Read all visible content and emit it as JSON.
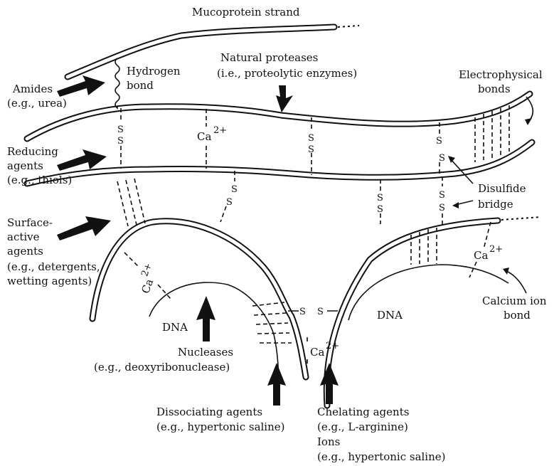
{
  "labels": {
    "mucoprotein": "Mucoprotein strand",
    "hydrogen": "Hydrogen",
    "bond": "bond",
    "natural_proteases": "Natural proteases",
    "proteolytic": "(i.e., proteolytic enzymes)",
    "electrophysical": "Electrophysical",
    "electro_bonds": "bonds",
    "amides": "Amides",
    "urea": "(e.g., urea)",
    "reducing": "Reducing",
    "agents": "agents",
    "thiols": "(e.g., thiols)",
    "surface": "Surface-",
    "active": "active",
    "agents2": "agents",
    "detergents": "(e.g., detergents,",
    "wetting": "wetting agents)",
    "disulfide": "Disulfide",
    "bridge": "bridge",
    "dna_left": "DNA",
    "dna_right": "DNA",
    "nucleases": "Nucleases",
    "deoxyribonuclease": "(e.g., deoxyribonuclease)",
    "calcium_ion": "Calcium ion",
    "calcium_bond": "bond",
    "dissociating": "Dissociating agents",
    "dissoc_eg": "(e.g., hypertonic saline)",
    "chelating": "Chelating agents",
    "arginine": "(e.g., L-arginine)",
    "ions": "Ions",
    "ions_eg": "(e.g., hypertonic saline)",
    "ca": "Ca",
    "ca_sup": "2+",
    "s": "S"
  }
}
